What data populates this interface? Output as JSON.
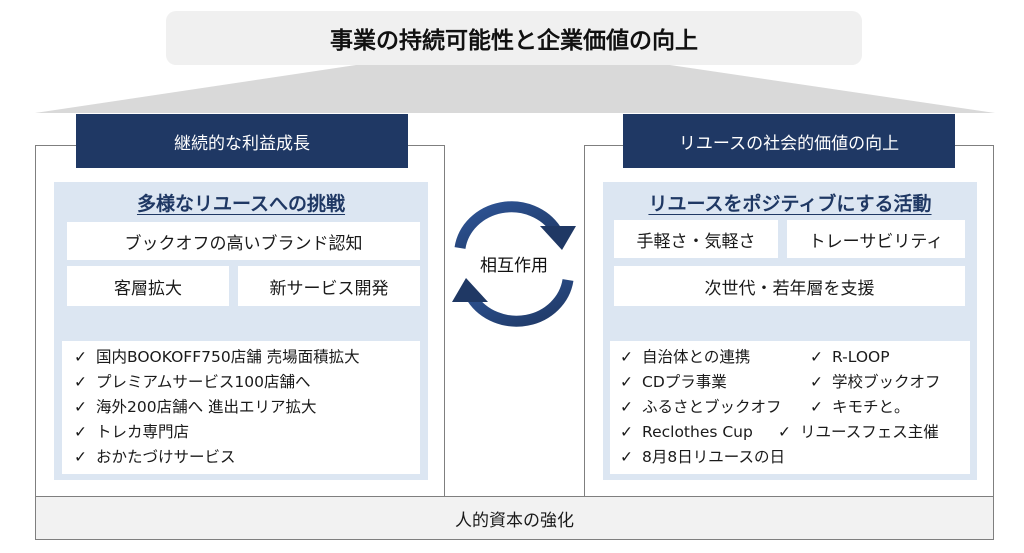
{
  "title": "事業の持続可能性と企業価値の向上",
  "left": {
    "header": "継続的な利益成長",
    "subtitle": "多様なリユースへの挑戦",
    "brand": "ブックオフの高いブランド認知",
    "customers": "客層拡大",
    "new_service": "新サービス開発",
    "items": [
      "国内BOOKOFF750店舗 売場面積拡大",
      "プレミアムサービス100店舗へ",
      "海外200店舗へ 進出エリア拡大",
      "トレカ専門店",
      "おかたづけサービス"
    ]
  },
  "right": {
    "header": "リユースの社会的価値の向上",
    "subtitle": "リユースをポジティブにする活動",
    "easy": "手軽さ・気軽さ",
    "traceability": "トレーサビリティ",
    "next_gen": "次世代・若年層を支援",
    "items": [
      "自治体との連携",
      "R-LOOP",
      "CDプラ事業",
      "学校ブックオフ",
      "ふるさとブックオフ",
      "キモチと。",
      "Reclothes Cup",
      "リユースフェス主催",
      "8月8日リユースの日"
    ]
  },
  "center": {
    "label": "相互作用"
  },
  "bottom": "人的資本の強化",
  "check_mark": "✓",
  "colors": {
    "navy": "#1f3864",
    "light_blue": "#dce6f2",
    "gray": "#f0f0f0"
  }
}
